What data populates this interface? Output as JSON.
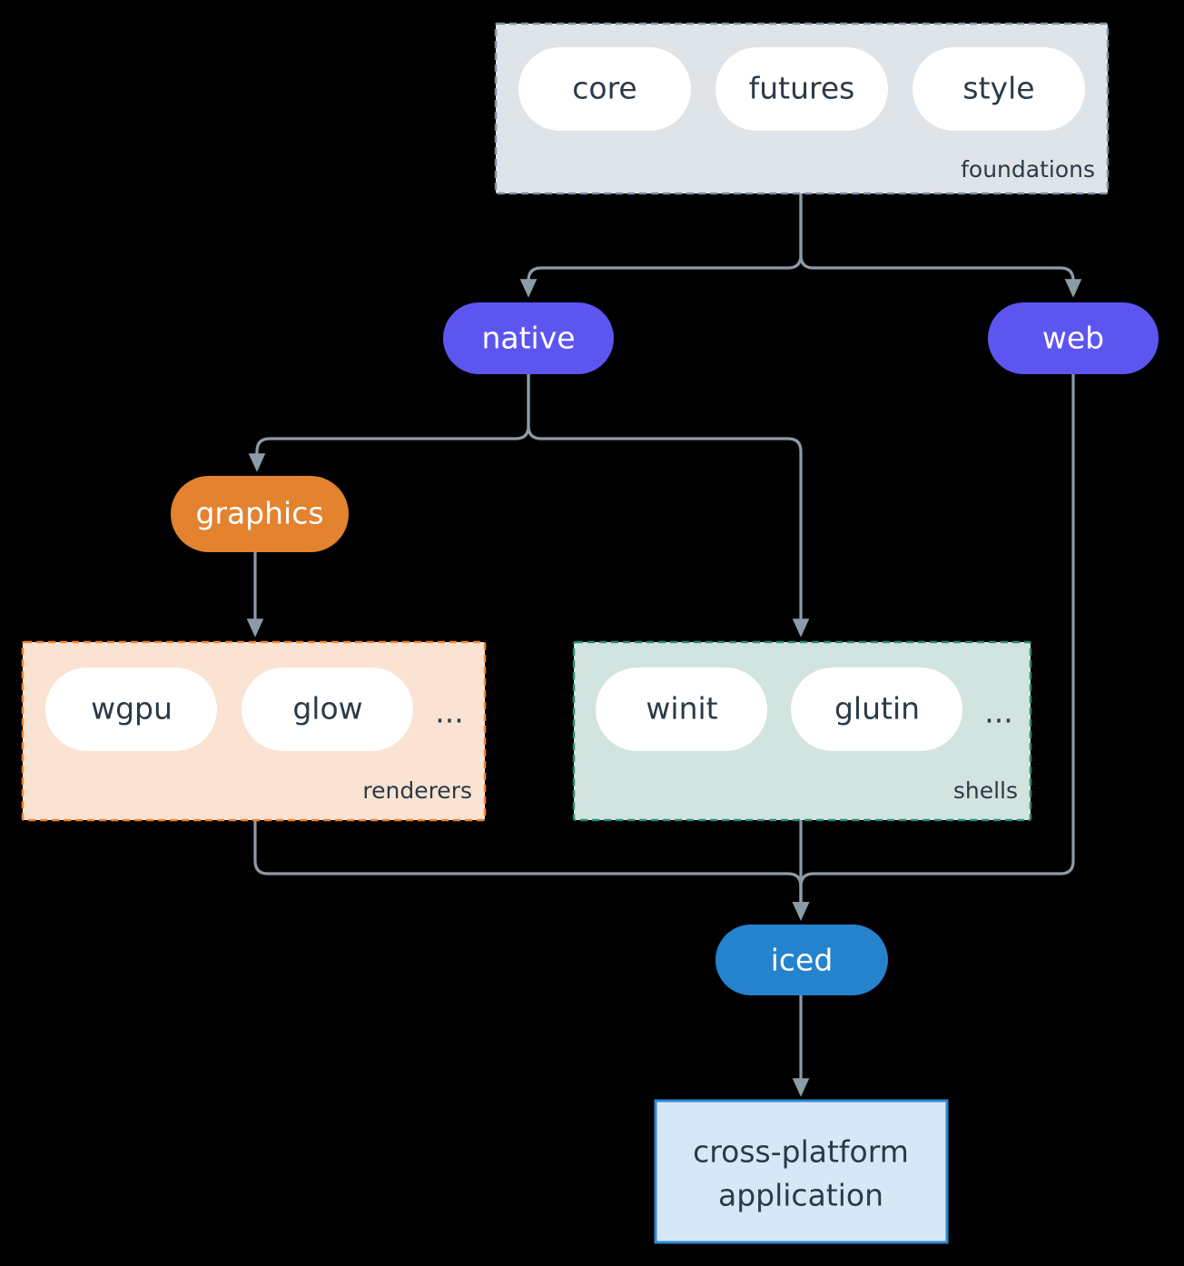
{
  "diagram": {
    "type": "architecture-flowchart",
    "direction": "top-down",
    "background_color": "#000000",
    "edge_color": "#8d9aa8",
    "text_dark_color": "#2b3a47",
    "clusters": [
      {
        "id": "foundations",
        "label": "foundations",
        "fill": "#dfe4e8",
        "border": "#7d8fa3",
        "border_style": "dashed",
        "members": [
          "core",
          "futures",
          "style"
        ]
      },
      {
        "id": "renderers",
        "label": "renderers",
        "fill": "#fae3d2",
        "border": "#ef8534",
        "border_style": "dashed",
        "members": [
          "wgpu",
          "glow",
          "..."
        ]
      },
      {
        "id": "shells",
        "label": "shells",
        "fill": "#d2e4df",
        "border": "#2b8a72",
        "border_style": "dashed",
        "members": [
          "winit",
          "glutin",
          "..."
        ]
      }
    ],
    "nodes": [
      {
        "id": "core",
        "label": "core",
        "shape": "stadium",
        "fill": "#ffffff",
        "text_color": "#2b3a47"
      },
      {
        "id": "futures",
        "label": "futures",
        "shape": "stadium",
        "fill": "#ffffff",
        "text_color": "#2b3a47"
      },
      {
        "id": "style",
        "label": "style",
        "shape": "stadium",
        "fill": "#ffffff",
        "text_color": "#2b3a47"
      },
      {
        "id": "native",
        "label": "native",
        "shape": "stadium",
        "fill": "#5d55f0",
        "text_color": "#ffffff"
      },
      {
        "id": "web",
        "label": "web",
        "shape": "stadium",
        "fill": "#5d55f0",
        "text_color": "#ffffff"
      },
      {
        "id": "graphics",
        "label": "graphics",
        "shape": "stadium",
        "fill": "#e3822f",
        "text_color": "#ffffff"
      },
      {
        "id": "wgpu",
        "label": "wgpu",
        "shape": "stadium",
        "fill": "#ffffff",
        "text_color": "#2b3a47"
      },
      {
        "id": "glow",
        "label": "glow",
        "shape": "stadium",
        "fill": "#ffffff",
        "text_color": "#2b3a47"
      },
      {
        "id": "renderers-ellipsis",
        "label": "...",
        "shape": "text",
        "fill": "none",
        "text_color": "#2b3a47"
      },
      {
        "id": "winit",
        "label": "winit",
        "shape": "stadium",
        "fill": "#ffffff",
        "text_color": "#2b3a47"
      },
      {
        "id": "glutin",
        "label": "glutin",
        "shape": "stadium",
        "fill": "#ffffff",
        "text_color": "#2b3a47"
      },
      {
        "id": "shells-ellipsis",
        "label": "...",
        "shape": "text",
        "fill": "none",
        "text_color": "#2b3a47"
      },
      {
        "id": "iced",
        "label": "iced",
        "shape": "stadium",
        "fill": "#2583ce",
        "text_color": "#ffffff"
      },
      {
        "id": "application",
        "label_line1": "cross-platform",
        "label_line2": "application",
        "shape": "rect",
        "fill": "#d6e8f8",
        "border": "#2f87d4",
        "text_color": "#2b3a47"
      }
    ],
    "edges": [
      {
        "from": "foundations",
        "to": "native"
      },
      {
        "from": "foundations",
        "to": "web"
      },
      {
        "from": "native",
        "to": "graphics"
      },
      {
        "from": "native",
        "to": "shells"
      },
      {
        "from": "graphics",
        "to": "renderers"
      },
      {
        "from": "renderers",
        "to": "iced"
      },
      {
        "from": "shells",
        "to": "iced"
      },
      {
        "from": "web",
        "to": "iced"
      },
      {
        "from": "iced",
        "to": "application"
      }
    ]
  }
}
